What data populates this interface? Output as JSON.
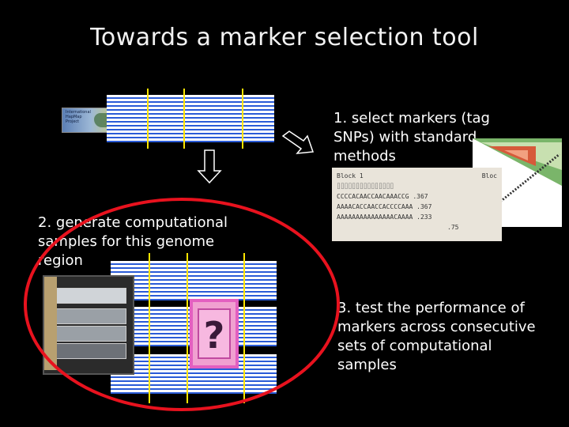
{
  "slide": {
    "title": "Towards a marker selection tool",
    "step1": [
      "1. select markers (tag",
      "SNPs) with standard",
      "methods"
    ],
    "step2": [
      "2. generate computational",
      "samples for this genome",
      "region"
    ],
    "step3": [
      "3. test the performance of",
      "markers across consecutive",
      "sets of computational",
      "samples"
    ],
    "question_mark": "?",
    "hap_table": {
      "header_left": "Block 1",
      "header_right": "Bloc",
      "rows": [
        "CCCCACAACCAACAAACCG .367",
        "AAAACACCAACCACCCCAAA .367",
        "AAAAAAAAAAAAAAACAAAA .233"
      ],
      "footer": ".75"
    },
    "logo_text": [
      "International",
      "HapMap",
      "Project"
    ]
  }
}
